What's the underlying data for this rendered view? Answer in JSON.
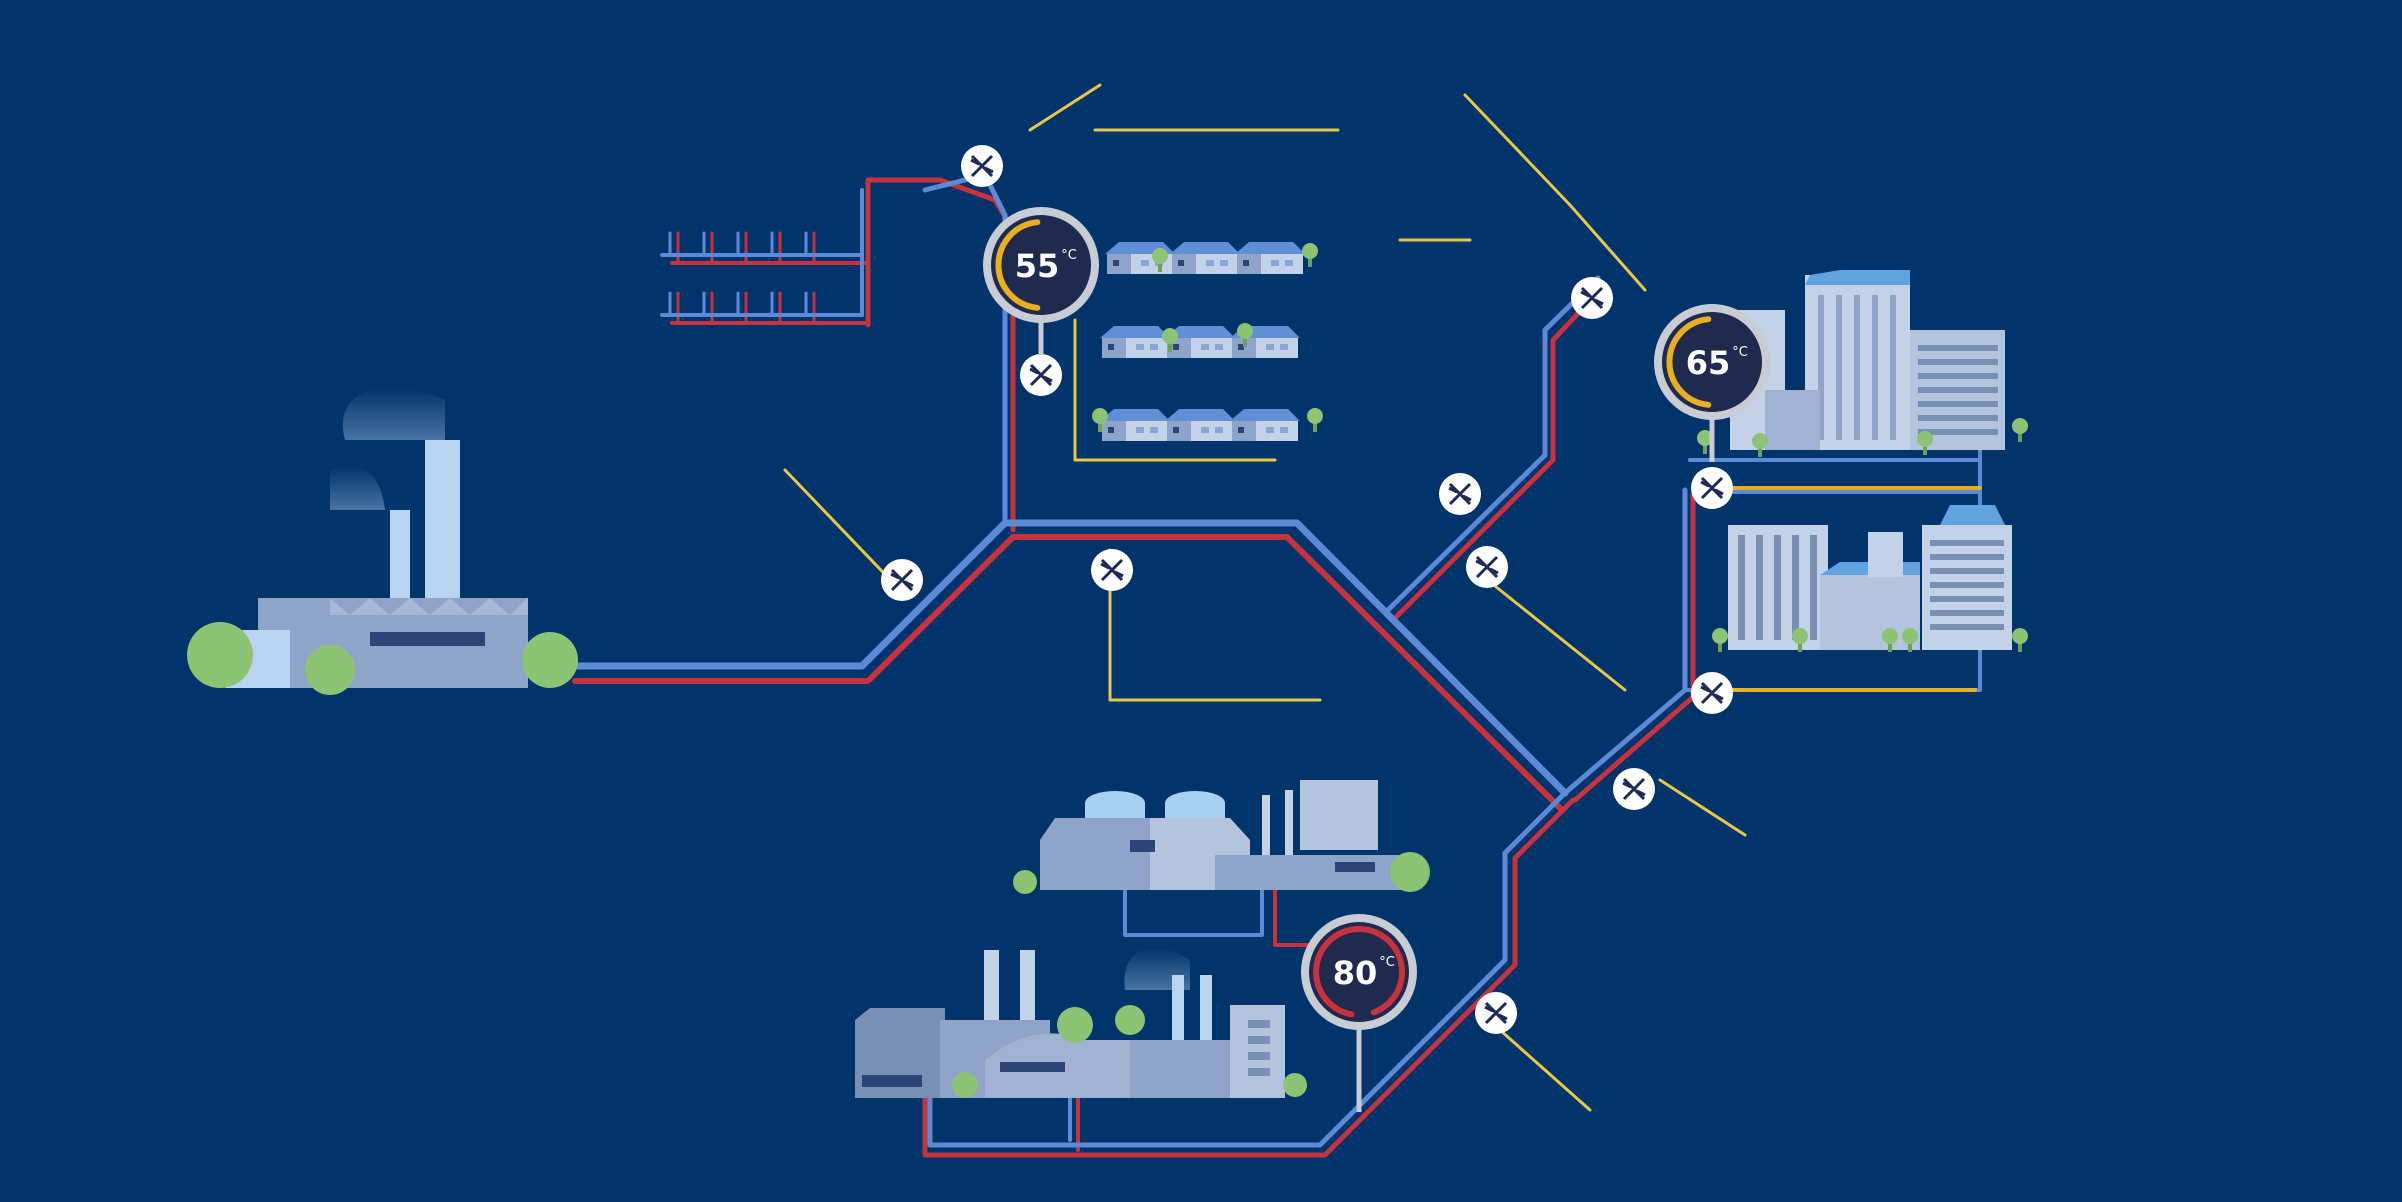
{
  "colors": {
    "background": "#01346a",
    "supply_pipe": "#c8323c",
    "return_pipe": "#5b8ad6",
    "branch_pipe": "#e8c84a",
    "building_light": "#b4c4dc",
    "building_dark": "#7a8fb4",
    "tree": "#8cc474",
    "gauge_face": "#1f2a4e"
  },
  "gauges": [
    {
      "value": "55",
      "unit": "°C",
      "arc_color": "#e8b020"
    },
    {
      "value": "65",
      "unit": "°C",
      "arc_color": "#e8b020"
    },
    {
      "value": "80",
      "unit": "°C",
      "arc_color": "#c8323c"
    }
  ],
  "icons": {
    "valve": "valve-icon",
    "plant": "power-plant-icon",
    "houses": "house-icon",
    "office": "office-tower-icon",
    "industry": "industrial-building-icon",
    "tree": "tree-icon"
  }
}
